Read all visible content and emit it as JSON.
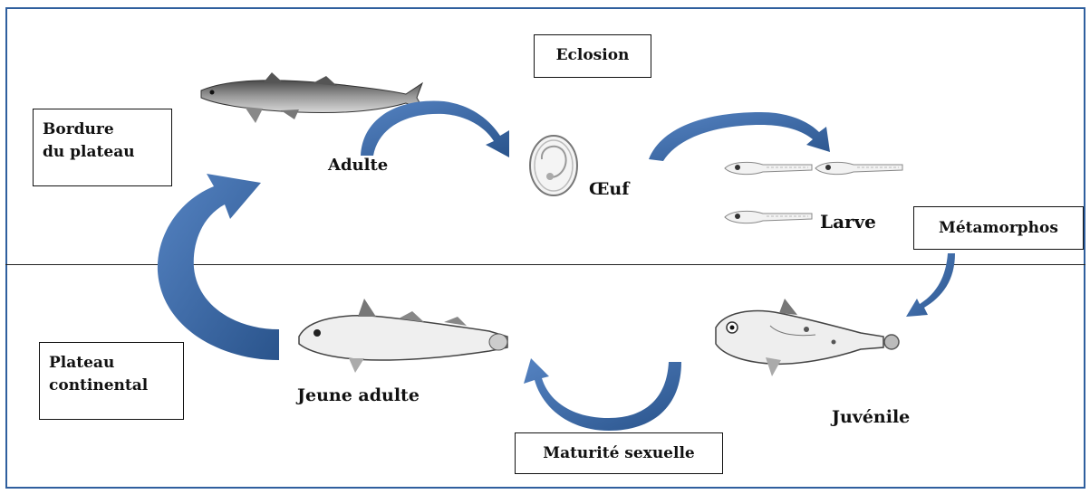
{
  "regions": {
    "upper_label_line1": "Bordure",
    "upper_label_line2": "du plateau",
    "lower_label_line1": "Plateau",
    "lower_label_line2": "continental"
  },
  "stages": {
    "hatching": "Eclosion",
    "adult": "Adulte",
    "egg": "Œuf",
    "larva": "Larve",
    "metamorphosis": "Métamorphos",
    "juvenile": "Juvénile",
    "maturity": "Maturité sexuelle",
    "young_adult": "Jeune adulte"
  },
  "colors": {
    "arrow": "#3e6fae",
    "arrow_dark": "#2a548c",
    "frame": "#2f5f9e",
    "fish": "#6b6b6b"
  }
}
